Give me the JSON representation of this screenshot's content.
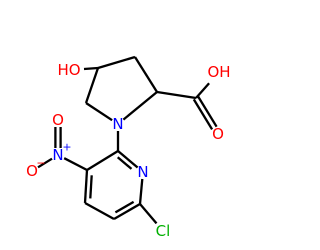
{
  "molecule": {
    "atoms": [
      {
        "id": "a1",
        "label": "HO",
        "name": "hydroxyl-oxygen-label",
        "color": "#ff0000"
      },
      {
        "id": "a2",
        "label": "",
        "name": "ring-carbon-c4"
      },
      {
        "id": "a3",
        "label": "",
        "name": "ring-carbon-c3"
      },
      {
        "id": "a4",
        "label": "",
        "name": "ring-carbon-c2"
      },
      {
        "id": "a5",
        "label": "N",
        "name": "pyrrolidine-nitrogen-label",
        "color": "#0000ff"
      },
      {
        "id": "a6",
        "label": "",
        "name": "ring-carbon-c5"
      },
      {
        "id": "a7",
        "label": "",
        "name": "carboxyl-carbon"
      },
      {
        "id": "a8",
        "label": "OH",
        "name": "carboxyl-hydroxyl-label",
        "color": "#ff0000"
      },
      {
        "id": "a9",
        "label": "O",
        "name": "carbonyl-oxygen-label",
        "color": "#ff0000"
      },
      {
        "id": "a10",
        "label": "",
        "name": "pyridine-carbon-c2"
      },
      {
        "id": "a11",
        "label": "N",
        "name": "pyridine-nitrogen-label",
        "color": "#0000ff"
      },
      {
        "id": "a12",
        "label": "",
        "name": "pyridine-carbon-c6"
      },
      {
        "id": "a13",
        "label": "Cl",
        "name": "chlorine-label",
        "color": "#00b000"
      },
      {
        "id": "a14",
        "label": "",
        "name": "pyridine-carbon-c5"
      },
      {
        "id": "a15",
        "label": "",
        "name": "pyridine-carbon-c4"
      },
      {
        "id": "a16",
        "label": "",
        "name": "pyridine-carbon-c3"
      },
      {
        "id": "a17",
        "label": "N",
        "name": "nitro-nitrogen-label",
        "color": "#0000ff",
        "charge": "+"
      },
      {
        "id": "a18",
        "label": "O",
        "name": "nitro-oxygen-label",
        "color": "#ff0000",
        "charge": "−"
      },
      {
        "id": "a19",
        "label": "O",
        "name": "nitro-double-oxygen-label",
        "color": "#ff0000"
      }
    ],
    "bonds": [
      {
        "from": "a1",
        "to": "a2",
        "order": 1
      },
      {
        "from": "a2",
        "to": "a3",
        "order": 1
      },
      {
        "from": "a3",
        "to": "a4",
        "order": 1
      },
      {
        "from": "a4",
        "to": "a5",
        "order": 1
      },
      {
        "from": "a5",
        "to": "a6",
        "order": 1
      },
      {
        "from": "a6",
        "to": "a2",
        "order": 1
      },
      {
        "from": "a4",
        "to": "a7",
        "order": 1
      },
      {
        "from": "a7",
        "to": "a8",
        "order": 1
      },
      {
        "from": "a7",
        "to": "a9",
        "order": 2
      },
      {
        "from": "a5",
        "to": "a10",
        "order": 1
      },
      {
        "from": "a10",
        "to": "a11",
        "order": 2
      },
      {
        "from": "a11",
        "to": "a12",
        "order": 1
      },
      {
        "from": "a12",
        "to": "a13",
        "order": 1
      },
      {
        "from": "a12",
        "to": "a14",
        "order": 2
      },
      {
        "from": "a14",
        "to": "a15",
        "order": 1
      },
      {
        "from": "a15",
        "to": "a16",
        "order": 2
      },
      {
        "from": "a16",
        "to": "a10",
        "order": 1
      },
      {
        "from": "a16",
        "to": "a17",
        "order": 1
      },
      {
        "from": "a17",
        "to": "a18",
        "order": 1
      },
      {
        "from": "a17",
        "to": "a19",
        "order": 2
      }
    ]
  }
}
